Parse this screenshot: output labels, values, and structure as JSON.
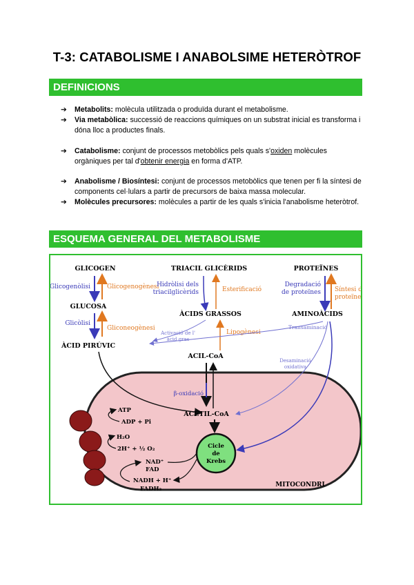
{
  "title": "T-3: CATABOLISME I ANABOLSIME HETERÒTROF",
  "sections": {
    "definitions_heading": "DEFINICIONS",
    "scheme_heading": "ESQUEMA GENERAL DEL METABOLISME"
  },
  "definitions": [
    {
      "term": "Metabolits:",
      "text": " molècula utilitzada o produïda durant el metabolisme."
    },
    {
      "term": "Via metabòlica:",
      "text": " successió de reaccions químiques on un substrat inicial es transforma i dóna lloc a productes finals."
    },
    {
      "term": "Catabolisme:",
      "text_a": " conjunt de processos metobòlics pels quals s'",
      "u1": "oxiden",
      "text_b": " molècules orgàniques per tal d'",
      "u2": "obtenir energia",
      "text_c": " en forma d'ATP."
    },
    {
      "term": "Anabolisme / Biosíntesi:",
      "text": " conjunt de processos metobòlics que tenen per fi la síntesi de components cel·lulars a partir de precursors de baixa massa molecular."
    },
    {
      "term": "Molècules precursores:",
      "text": " molècules a partir de les quals s'inicia l'anabolisme heteròtrof."
    }
  ],
  "bullet_symbol": "➔",
  "diagram": {
    "glicogen": "GLICOGEN",
    "triacil": "TRIACIL GLICÈRIDS",
    "proteines": "PROTEÏNES",
    "glicogenolisi": "Glicogenòlisi",
    "glicogenogenesi": "Glicogenogènesi",
    "hidrolisi_1": "Hidròlisi dels",
    "hidrolisi_2": "triacilglicèrids",
    "esterificacio": "Esterificació",
    "degradacio_1": "Degradació",
    "degradacio_2": "de proteïnes",
    "sintesi_1": "Síntesi de",
    "sintesi_2": "proteïnes",
    "glucosa": "GLUCOSA",
    "acids_grassos": "ÀCIDS GRASSOS",
    "aminoacids": "AMINOÀCIDS",
    "glicolisi": "Glicòlisi",
    "gliconeogenesi": "Gliconeogènesi",
    "activacio_1": "Activació de l'",
    "activacio_2": "àcid gras",
    "lipogenesi": "Lipogènesi",
    "transaminacio": "Transaminació",
    "acid_piruvic": "ÀCID PIRÚVIC",
    "acil_coa": "ACIL-CoA",
    "desaminacio_1": "Desaminació",
    "desaminacio_2": "oxidativa",
    "beta_oxidacio": "β-oxidació",
    "acetil_coa": "ACETIL-CoA",
    "atp": "ATP",
    "adp_pi": "ADP + Pi",
    "h2o": "H₂O",
    "two_h_o2": "2H⁺ + ½ O₂",
    "nad": "NAD⁺",
    "fad": "FAD",
    "nadh": "NADH + H⁺",
    "fadh2": "FADH₂",
    "cicle_1": "Cicle",
    "cicle_2": "de",
    "cicle_3": "Krebs",
    "mitocondri": "MITOCONDRI"
  },
  "colors": {
    "green_bar": "#2fbf2f",
    "blue_arrow": "#3a3ab8",
    "orange_arrow": "#e07820",
    "mito_fill": "#f3c6ca",
    "krebs_fill": "#7fe07f",
    "dark_red": "#8b1a1a"
  }
}
